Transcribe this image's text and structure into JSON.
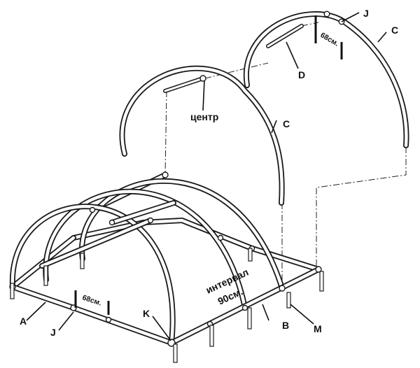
{
  "labels": {
    "A": "A",
    "B": "B",
    "C": "C",
    "D": "D",
    "J": "J",
    "K": "K",
    "M": "M",
    "center": "центр",
    "spacing_68": "68см.",
    "interval": "интервал",
    "interval_90": "90см."
  }
}
